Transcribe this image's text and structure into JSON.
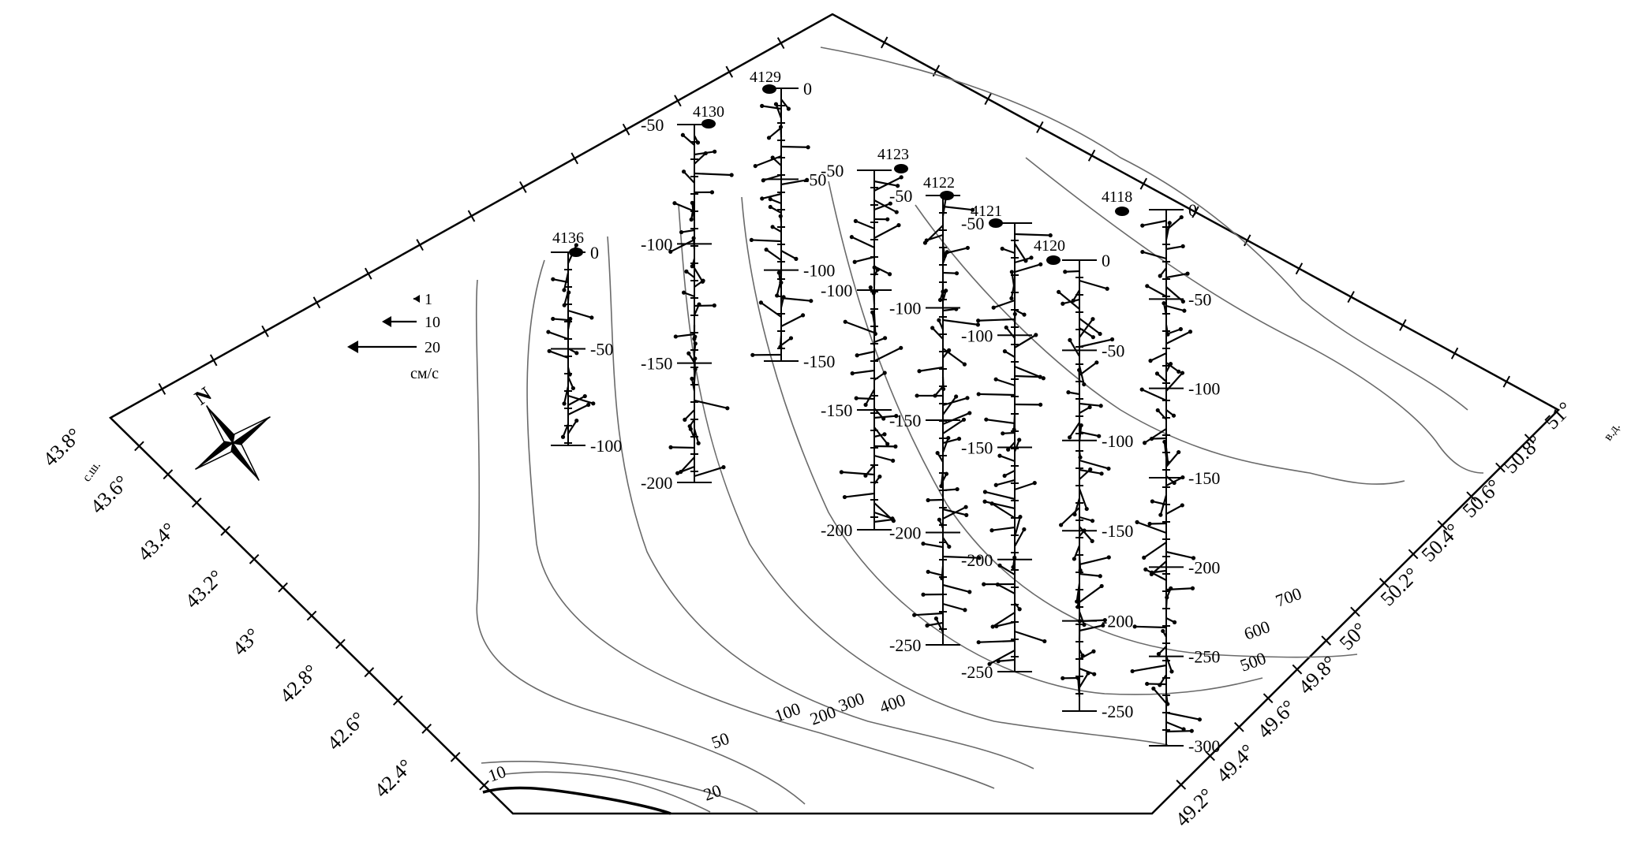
{
  "units": {
    "speed": "см/с",
    "lat_suffix": "с.ш.",
    "lon_suffix": "в.д."
  },
  "legend": [
    {
      "label": "1",
      "value": 1
    },
    {
      "label": "10",
      "value": 10
    },
    {
      "label": "20",
      "value": 20
    }
  ],
  "compass": {
    "north_label": "N",
    "icon": "compass-rose-icon"
  },
  "latitude_labels": [
    "43.8°",
    "43.6°",
    "43.4°",
    "43.2°",
    "43°",
    "42.8°",
    "42.6°",
    "42.4°"
  ],
  "longitude_labels": [
    "49.2°",
    "49.4°",
    "49.6°",
    "49.8°",
    "50°",
    "50.2°",
    "50.4°",
    "50.6°",
    "50.8°",
    "51°"
  ],
  "isobaths": [
    "10",
    "20",
    "50",
    "100",
    "200",
    "300",
    "400",
    "500",
    "600",
    "700"
  ],
  "stations": [
    {
      "id": "4136",
      "depth_labels": [
        "0",
        "-50",
        "-100"
      ]
    },
    {
      "id": "4130",
      "depth_labels": [
        "-50",
        "-100",
        "-150",
        "-200"
      ]
    },
    {
      "id": "4129",
      "depth_labels": [
        "0",
        "-50",
        "-100",
        "-150"
      ]
    },
    {
      "id": "4123",
      "depth_labels": [
        "-50",
        "-100",
        "-150",
        "-200"
      ]
    },
    {
      "id": "4122",
      "depth_labels": [
        "-50",
        "-100",
        "-150",
        "-200",
        "-250"
      ]
    },
    {
      "id": "4121",
      "depth_labels": [
        "-50",
        "-100",
        "-150",
        "-200",
        "-250"
      ]
    },
    {
      "id": "4120",
      "depth_labels": [
        "0",
        "-50",
        "-100",
        "-150",
        "-200",
        "-250"
      ]
    },
    {
      "id": "4118",
      "depth_labels": [
        "0",
        "-50",
        "-100",
        "-150",
        "-200",
        "-250",
        "-300"
      ]
    }
  ],
  "colors": {
    "isobath": "#6a6a6a",
    "vector": "#000000",
    "frame": "#000000"
  }
}
